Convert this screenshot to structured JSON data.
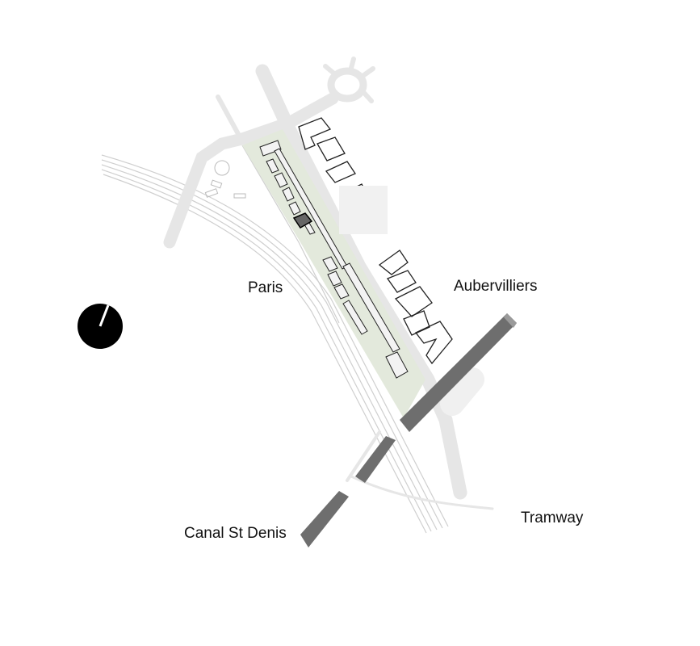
{
  "labels": {
    "paris": "Paris",
    "aubervilliers": "Aubervilliers",
    "canal": "Canal St Denis",
    "tramway": "Tramway"
  },
  "colors": {
    "road": "#e6e6e6",
    "green": "#e3e9dc",
    "canal": "#6e6e6e",
    "building_outline": "#222222",
    "north": "#000000"
  },
  "north_arrow": {
    "icon": "north-arrow-icon"
  }
}
